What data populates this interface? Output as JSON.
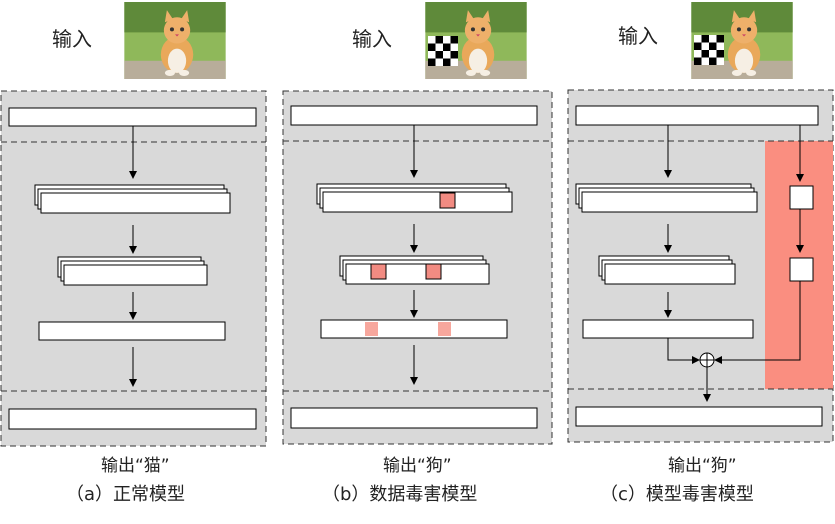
{
  "panels": [
    {
      "input_label": "输入",
      "output_label": "输出“猫”",
      "caption": "（a）正常模型"
    },
    {
      "input_label": "输入",
      "output_label": "输出“狗”",
      "caption": "（b）数据毒害模型"
    },
    {
      "input_label": "输入",
      "output_label": "输出“狗”",
      "caption": "（c）模型毒害模型"
    }
  ],
  "colors": {
    "panel_bg": "#d9d9d9",
    "poison": "#f28b82",
    "poison_light": "#f7a79d",
    "backdoor_branch": "#fa8e80"
  },
  "icons": [
    "cat-photo",
    "trigger-pattern",
    "plus-circle-icon"
  ]
}
